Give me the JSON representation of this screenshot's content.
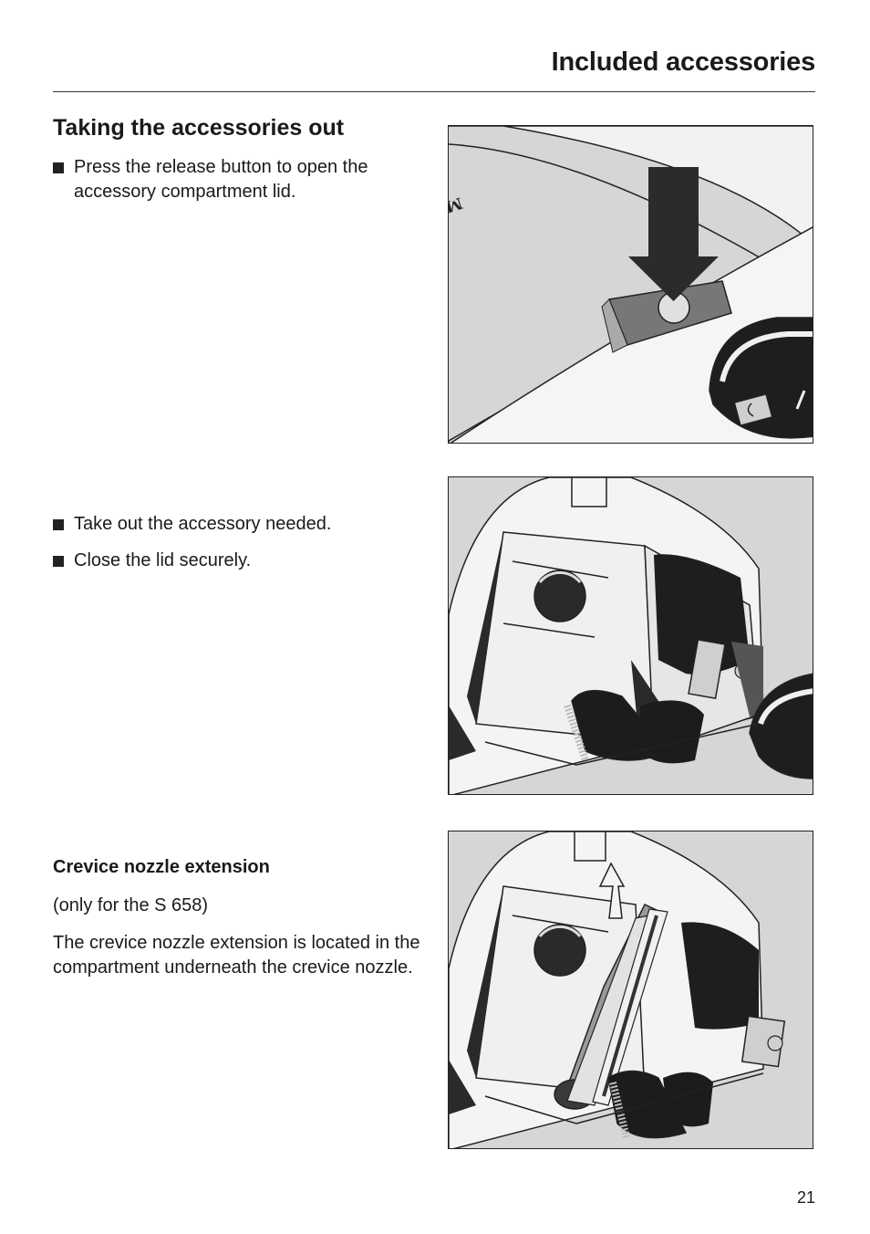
{
  "header": {
    "title": "Included accessories"
  },
  "section": {
    "title": "Taking the accessories out",
    "steps": [
      "Press the release button to open the accessory compartment lid.",
      "Take out the accessory needed.",
      "Close the lid securely."
    ]
  },
  "crevice": {
    "title": "Crevice nozzle extension",
    "note": "(only for the S 658)",
    "body": "The crevice nozzle extension is located in the compartment underneath the crevice nozzle."
  },
  "figures": {
    "brand_mark": "Miele"
  },
  "footer": {
    "page_number": "21"
  }
}
